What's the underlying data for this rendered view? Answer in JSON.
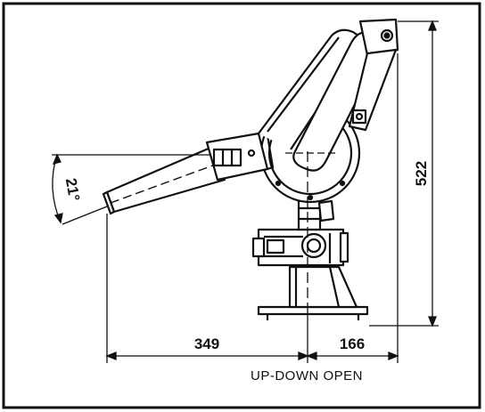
{
  "dimensions": {
    "angle_label": "21°",
    "height_label": "522",
    "reach_left_label": "349",
    "reach_right_label": "166"
  },
  "caption": "UP-DOWN OPEN",
  "colors": {
    "ink": "#111111",
    "paper": "#ffffff"
  }
}
